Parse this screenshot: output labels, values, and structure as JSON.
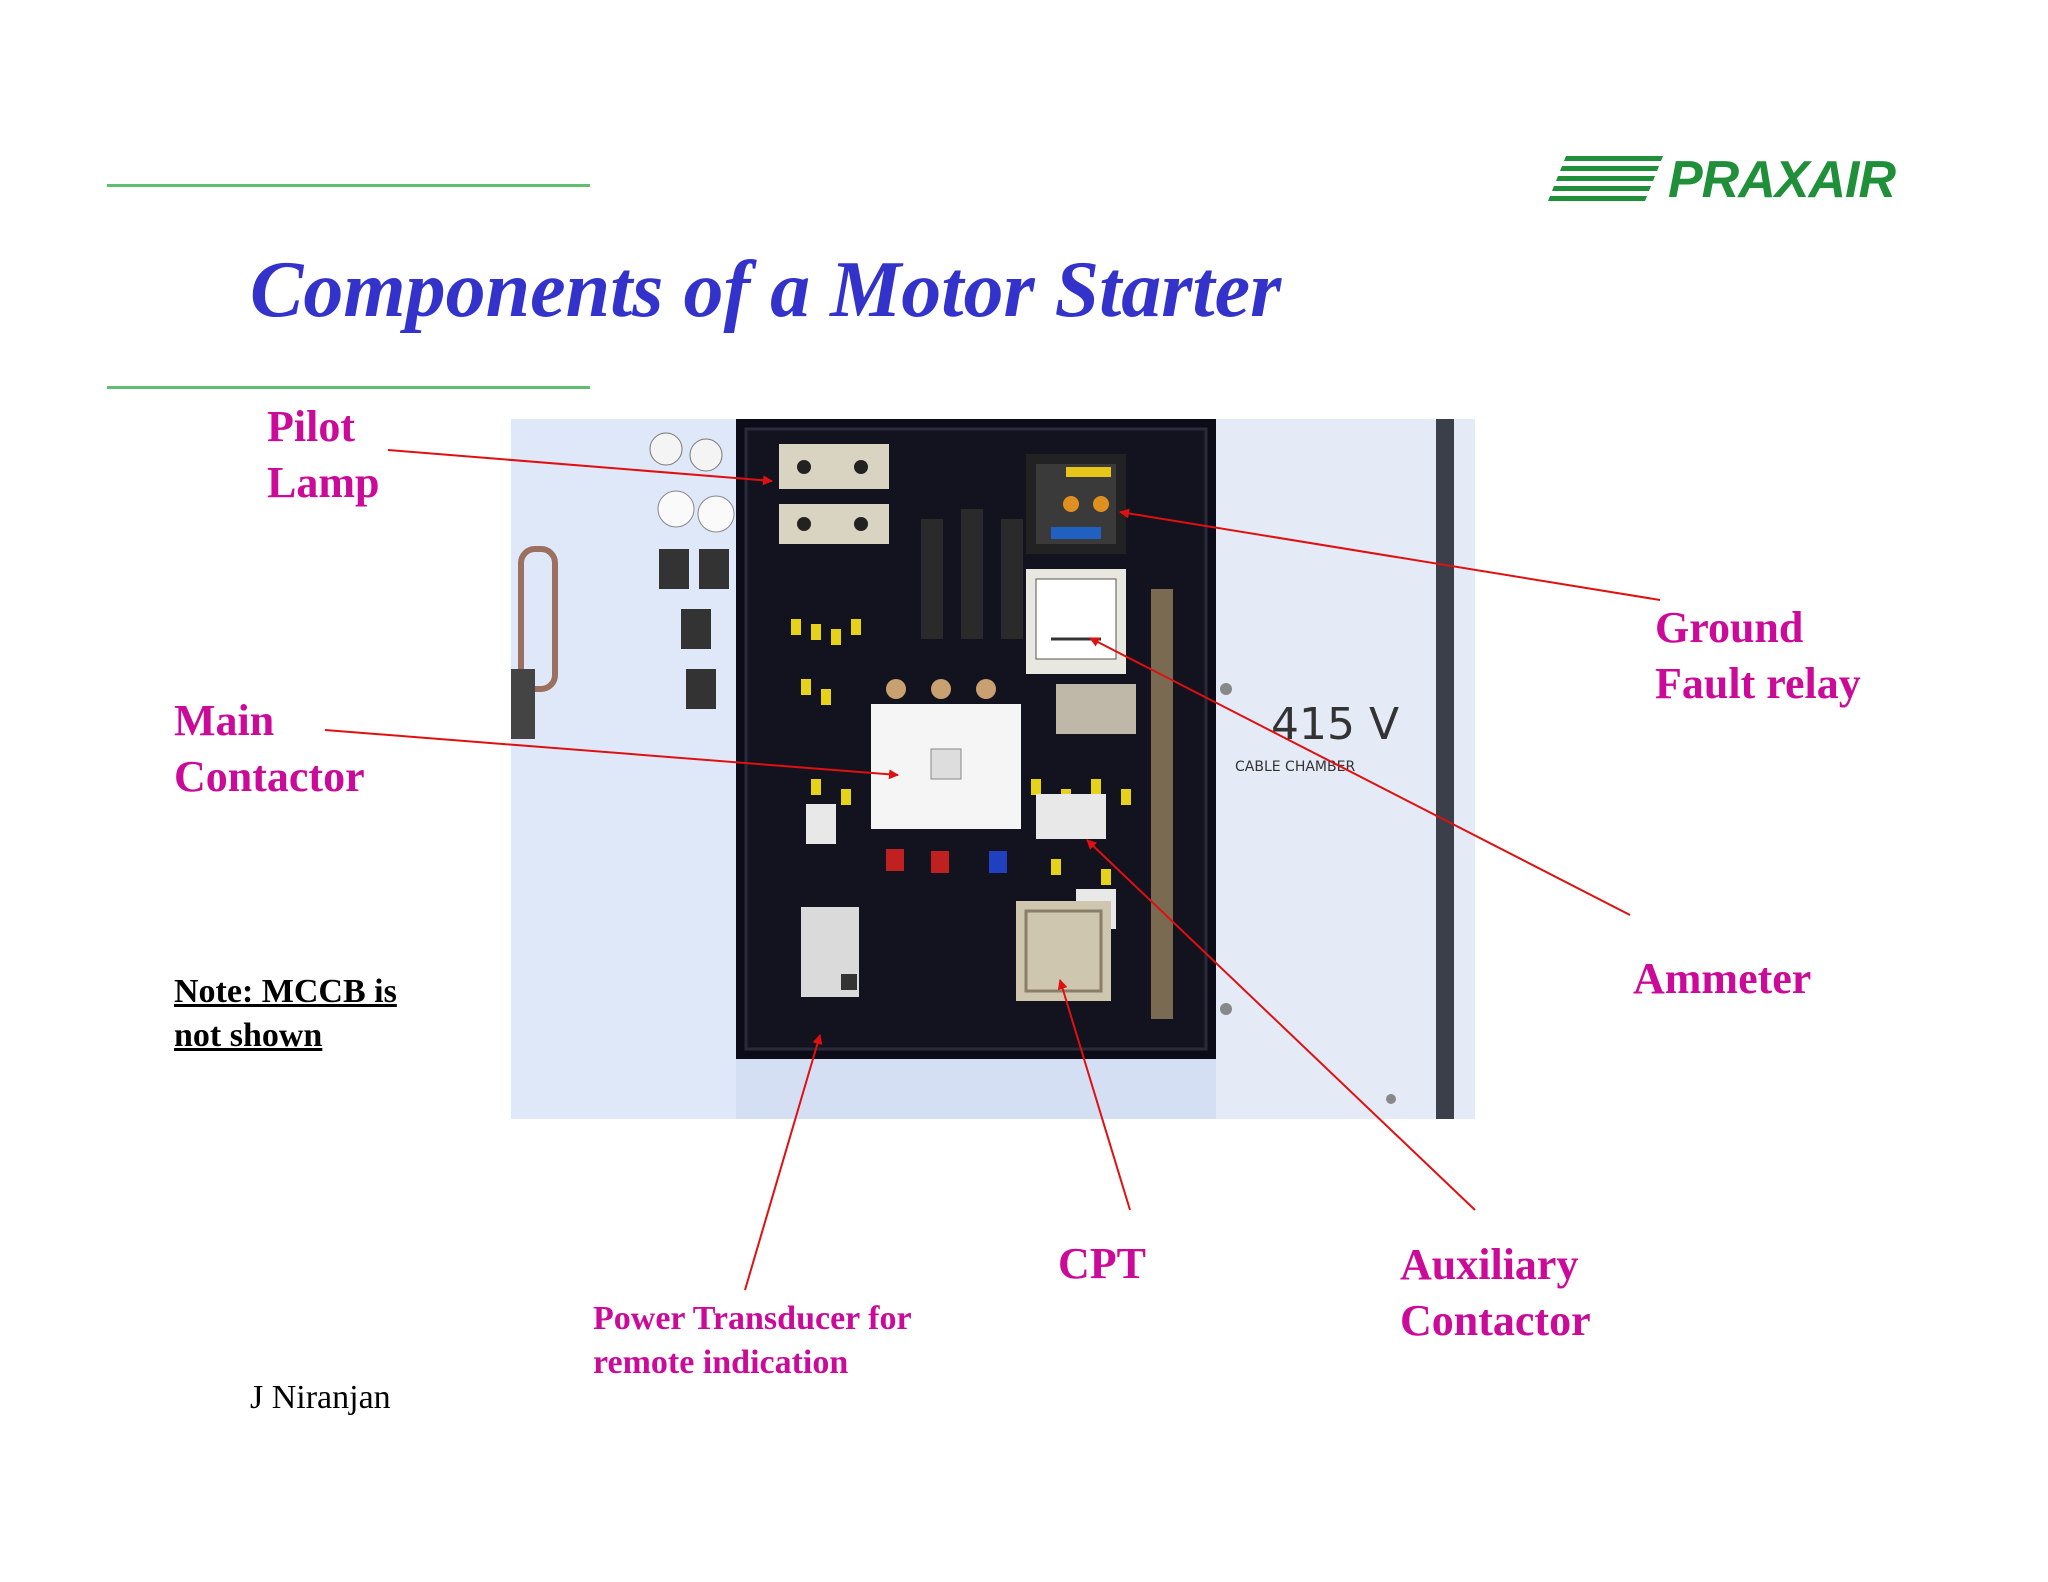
{
  "logo": {
    "text": "PRAXAIR",
    "color": "#1f8f3a"
  },
  "slide": {
    "title": "Components of a  Motor Starter",
    "title_color": "#3333cc",
    "accent_color": "#cc0a9a",
    "rule_color": "#5fbf6f"
  },
  "labels": {
    "pilot_lamp": [
      "Pilot",
      "Lamp"
    ],
    "main_contactor": [
      "Main",
      "Contactor"
    ],
    "ground_fault_relay": [
      "Ground",
      "Fault relay"
    ],
    "ammeter": "Ammeter",
    "cpt": "CPT",
    "auxiliary_contactor": [
      "Auxiliary",
      "Contactor"
    ],
    "power_transducer": [
      "Power Transducer for",
      "remote indication"
    ]
  },
  "note": [
    "Note: MCCB is",
    "not shown"
  ],
  "author": "J Niranjan",
  "photo": {
    "voltage_text": "415 V",
    "chamber_text": "CABLE CHAMBER"
  }
}
